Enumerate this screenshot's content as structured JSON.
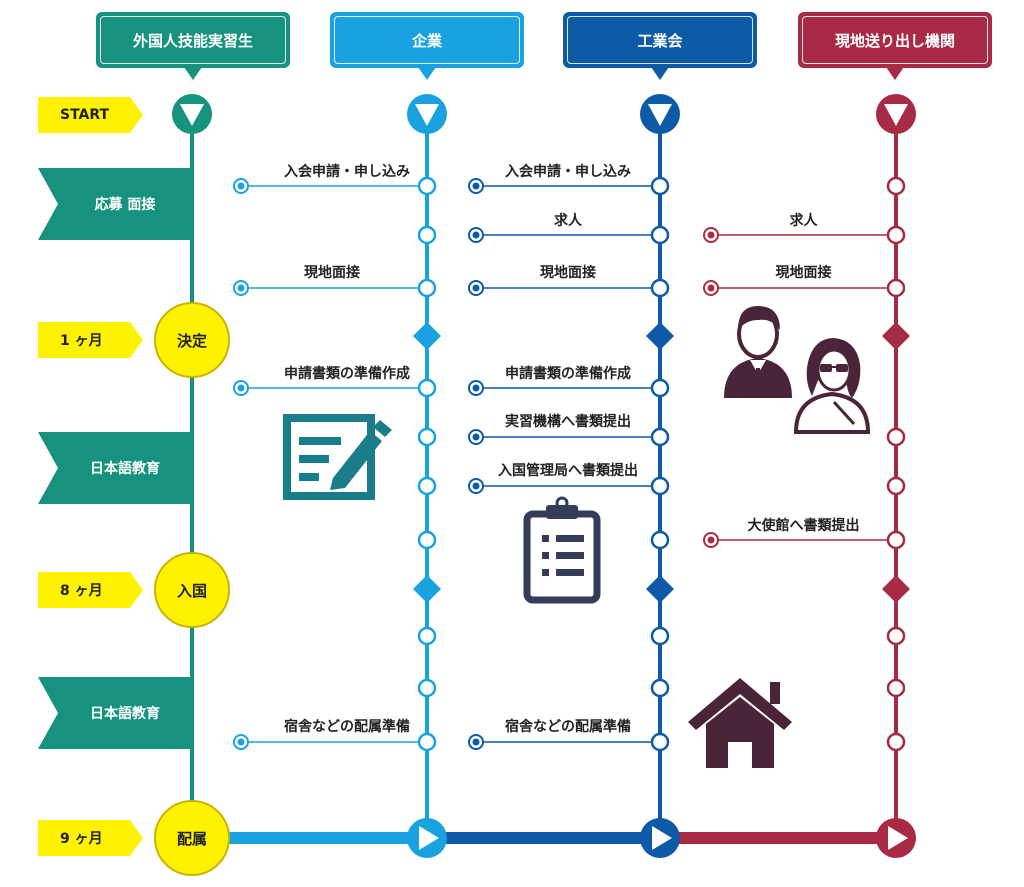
{
  "headers": {
    "trainee": "外国人技能実習生",
    "company": "企業",
    "association": "工業会",
    "agency": "現地送り出し機関"
  },
  "colors": {
    "trainee": "#16927e",
    "company": "#1aa1e0",
    "association": "#0d5aa7",
    "agency": "#a82a45",
    "milestone": "#fff200",
    "time_tag": "#fff200",
    "phase_tag": "#16927e",
    "icon": "#333d5a",
    "house": "#4a2438"
  },
  "time_tags": {
    "start": "START",
    "m1": "1 ヶ月",
    "m8": "8 ヶ月",
    "m9": "9 ヶ月"
  },
  "phase_tags": {
    "recruit": "応募  面接",
    "japanese1": "日本語教育",
    "japanese2": "日本語教育"
  },
  "milestones": {
    "decision": "決定",
    "entry": "入国",
    "assign": "配属"
  },
  "company_steps": {
    "apply": "入会申請・申し込み",
    "interview": "現地面接",
    "docs": "申請書類の準備作成",
    "dorm": "宿舎などの配属準備"
  },
  "association_steps": {
    "apply": "入会申請・申し込み",
    "job": "求人",
    "interview": "現地面接",
    "docs": "申請書類の準備作成",
    "to_jitco": "実習機構へ書類提出",
    "to_immigration": "入国管理局へ書類提出",
    "dorm": "宿舎などの配属準備"
  },
  "agency_steps": {
    "job": "求人",
    "interview": "現地面接",
    "embassy": "大使館へ書類提出"
  },
  "icons": {
    "document": "document-pencil-icon",
    "clipboard": "clipboard-icon",
    "people": "people-icon",
    "house": "house-icon"
  }
}
